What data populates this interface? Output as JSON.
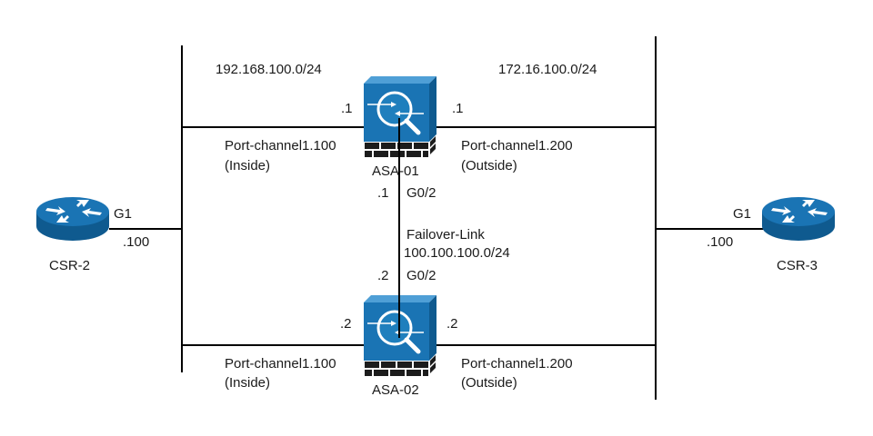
{
  "diagram": {
    "colors": {
      "device_blue": "#1a74b4",
      "device_dark": "#0f5a8f",
      "line": "#000000",
      "brick": "#1c1c1c"
    },
    "networks": {
      "inside": "192.168.100.0/24",
      "outside": "172.16.100.0/24",
      "failover_name": "Failover-Link",
      "failover_subnet": "100.100.100.0/24"
    },
    "devices": {
      "csr2": {
        "name": "CSR-2",
        "icon": "router-icon",
        "interface": "G1",
        "ip": ".100"
      },
      "csr3": {
        "name": "CSR-3",
        "icon": "router-icon",
        "interface": "G1",
        "ip": ".100"
      },
      "asa01": {
        "name": "ASA-01",
        "icon": "firewall-icon",
        "inside_ip": ".1",
        "outside_ip": ".1",
        "inside_if": "Port-channel1.100",
        "inside_zone": "(Inside)",
        "outside_if": "Port-channel1.200",
        "outside_zone": "(Outside)",
        "failover_ip": ".1",
        "failover_if": "G0/2"
      },
      "asa02": {
        "name": "ASA-02",
        "icon": "firewall-icon",
        "inside_ip": ".2",
        "outside_ip": ".2",
        "inside_if": "Port-channel1.100",
        "inside_zone": "(Inside)",
        "outside_if": "Port-channel1.200",
        "outside_zone": "(Outside)",
        "failover_ip": ".2",
        "failover_if": "G0/2"
      }
    }
  }
}
